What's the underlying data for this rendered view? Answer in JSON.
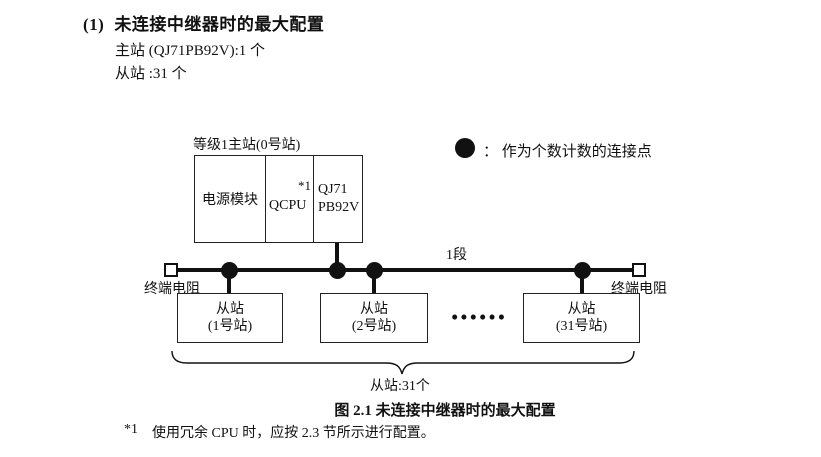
{
  "colors": {
    "ink": "#111111",
    "background": "#ffffff"
  },
  "header": {
    "item_marker": "(1)",
    "item_title": "未连接中继器时的最大配置",
    "line_master": "主站 (QJ71PB92V):1 个",
    "line_slave": "从站 :31 个"
  },
  "legend": {
    "icon": "filled-circle",
    "separator": "：",
    "label": "作为个数计数的连接点"
  },
  "diagram": {
    "master_label": "等级1主站(0号站)",
    "master_cells": {
      "power": "电源模块",
      "cpu": "QCPU",
      "cpu_note": "*1",
      "module_line1": "QJ71",
      "module_line2": "PB92V"
    },
    "segment_label": "1段",
    "terminator_left": "终端电阻",
    "terminator_right": "终端电阻",
    "slaves": [
      {
        "line1": "从站",
        "line2": "(1号站)"
      },
      {
        "line1": "从站",
        "line2": "(2号站)"
      },
      {
        "line1": "从站",
        "line2": "(31号站)"
      }
    ],
    "ellipsis": "••••••",
    "brace_label": "从站:31个"
  },
  "caption": "图 2.1 未连接中继器时的最大配置",
  "footnote": {
    "marker": "*1",
    "text": "使用冗余 CPU 时，应按 2.3 节所示进行配置。"
  }
}
